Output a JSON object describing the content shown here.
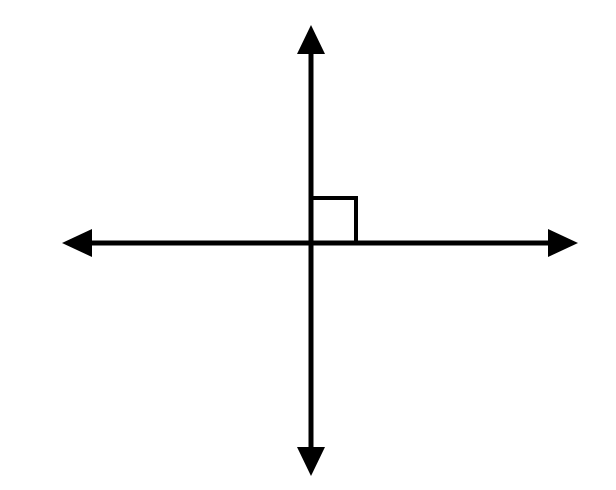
{
  "diagram": {
    "type": "perpendicular-lines",
    "lines": [
      {
        "orientation": "horizontal",
        "arrows": "both-ends"
      },
      {
        "orientation": "vertical",
        "arrows": "both-ends"
      }
    ],
    "right_angle_marker": true,
    "stroke_color": "#000000",
    "background_color": "#ffffff"
  }
}
